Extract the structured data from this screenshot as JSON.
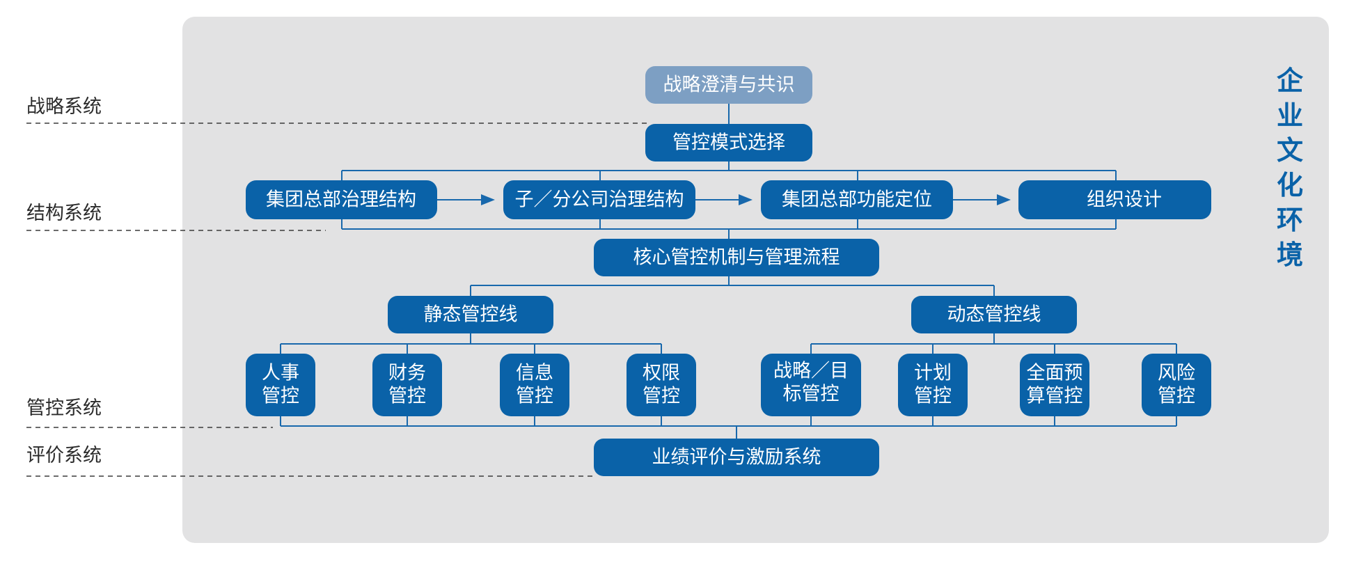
{
  "colors": {
    "node": "#0a62a8",
    "node_light": "#7d9fc3",
    "connector": "#1868ac",
    "panel": "#e2e2e3",
    "culture_text": "#0a62a8",
    "label_text": "#2b2b2b"
  },
  "left_labels": {
    "strategy": "战略系统",
    "structure": "结构系统",
    "control": "管控系统",
    "evaluation": "评价系统"
  },
  "culture": [
    "企",
    "业",
    "文",
    "化",
    "环",
    "境"
  ],
  "nodes": {
    "strategy_clarify": "战略澄清与共识",
    "control_mode": "管控模式选择",
    "hq_governance": "集团总部治理结构",
    "sub_governance": "子／分公司治理结构",
    "hq_function": "集团总部功能定位",
    "org_design": "组织设计",
    "core_mechanism": "核心管控机制与管理流程",
    "static_line": "静态管控线",
    "dynamic_line": "动态管控线",
    "hr": [
      "人事",
      "管控"
    ],
    "finance": [
      "财务",
      "管控"
    ],
    "info": [
      "信息",
      "管控"
    ],
    "authority": [
      "权限",
      "管控"
    ],
    "strategy_goal": [
      "战略／目",
      "标管控"
    ],
    "plan": [
      "计划",
      "管控"
    ],
    "budget": [
      "全面预",
      "算管控"
    ],
    "risk": [
      "风险",
      "管控"
    ],
    "performance": "业绩评价与激励系统"
  }
}
